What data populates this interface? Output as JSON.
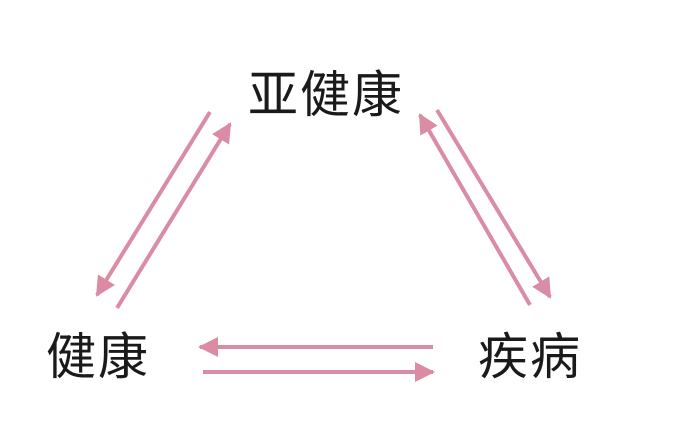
{
  "diagram": {
    "nodes": {
      "top": "亚健康",
      "left": "健康",
      "right": "疾病"
    },
    "edges": [
      {
        "from": "top",
        "to": "left"
      },
      {
        "from": "left",
        "to": "top"
      },
      {
        "from": "right",
        "to": "top"
      },
      {
        "from": "top",
        "to": "right"
      },
      {
        "from": "right",
        "to": "left"
      },
      {
        "from": "left",
        "to": "right"
      }
    ],
    "arrow_color": "#d98ca3"
  }
}
